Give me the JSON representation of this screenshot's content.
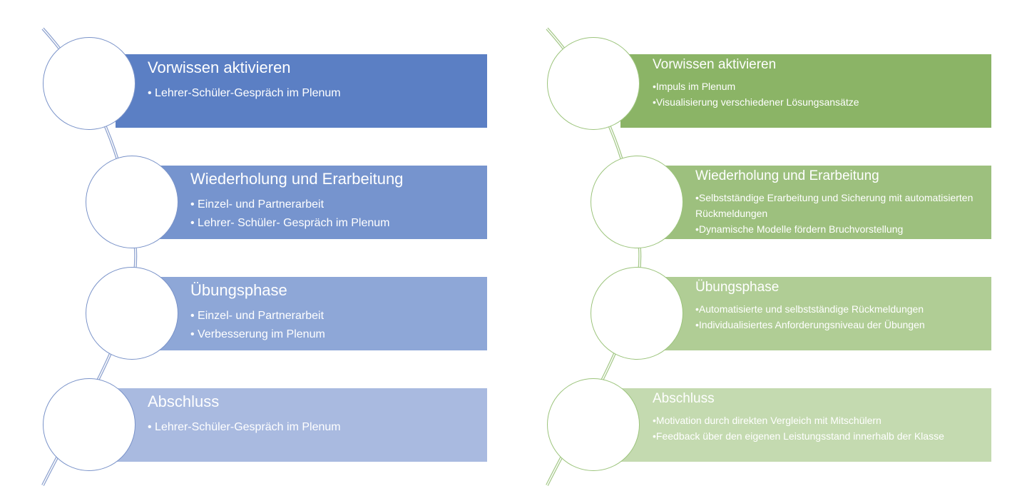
{
  "left": {
    "colors": [
      "#5b7fc4",
      "#7694ce",
      "#8ea7d7",
      "#a9bae0"
    ],
    "line_color": "#8ea2cf",
    "steps": [
      {
        "title": "Vorwissen aktivieren",
        "bullets": [
          "Lehrer-Schüler-Gespräch im Plenum"
        ]
      },
      {
        "title": "Wiederholung und Erarbeitung",
        "bullets": [
          "Einzel- und Partnerarbeit",
          "Lehrer- Schüler- Gespräch im Plenum"
        ]
      },
      {
        "title": "Übungsphase",
        "bullets": [
          "Einzel- und Partnerarbeit",
          "Verbesserung im Plenum"
        ]
      },
      {
        "title": "Abschluss",
        "bullets": [
          "Lehrer-Schüler-Gespräch im Plenum"
        ]
      }
    ]
  },
  "right": {
    "colors": [
      "#8bb466",
      "#9dc07e",
      "#b0cd95",
      "#c4dab0"
    ],
    "line_color": "#a6c98a",
    "steps": [
      {
        "title": "Vorwissen aktivieren",
        "bullets": [
          "Impuls im Plenum",
          "Visualisierung verschiedener Lösungsansätze"
        ]
      },
      {
        "title": "Wiederholung und Erarbeitung",
        "bullets": [
          "Selbstständige Erarbeitung und Sicherung mit automatisierten Rückmeldungen",
          "Dynamische Modelle fördern Bruchvorstellung"
        ]
      },
      {
        "title": "Übungsphase",
        "bullets": [
          "Automatisierte und selbstständige Rückmeldungen",
          "Individualisiertes Anforderungsniveau der Übungen"
        ]
      },
      {
        "title": "Abschluss",
        "bullets": [
          "Motivation durch direkten Vergleich mit Mitschülern",
          "Feedback über den eigenen Leistungsstand innerhalb der Klasse"
        ]
      }
    ]
  }
}
